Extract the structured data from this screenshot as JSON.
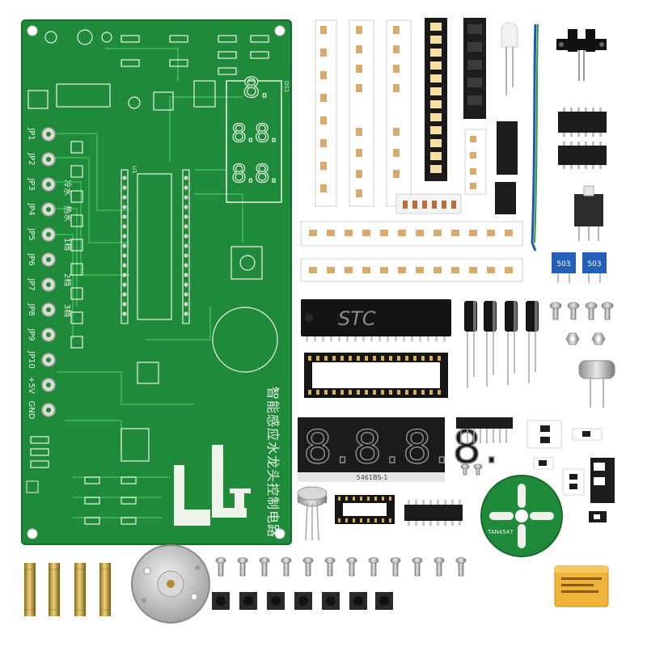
{
  "pcb": {
    "title": "智能感应水龙头控制电路",
    "jumpers": [
      "JP1",
      "JP2",
      "JP3",
      "JP4",
      "JP5",
      "JP6",
      "JP7",
      "JP8",
      "JP9",
      "JP10",
      "+5V",
      "GND"
    ],
    "zone_labels": [
      "冷水",
      "热水",
      "1档",
      "2档",
      "3档"
    ],
    "display_label": "DS1",
    "ic_label": "U1",
    "colors": {
      "board": "#1f8a3a",
      "trace": "#2aa44a",
      "silk": "#e8f3e4",
      "pad": "#d9d9d2"
    }
  },
  "mcu": {
    "brand": "STC"
  },
  "display": {
    "part_number": "5461BS-1"
  },
  "disc": {
    "label": "TAN4547"
  },
  "trimpot": {
    "label": "503"
  }
}
